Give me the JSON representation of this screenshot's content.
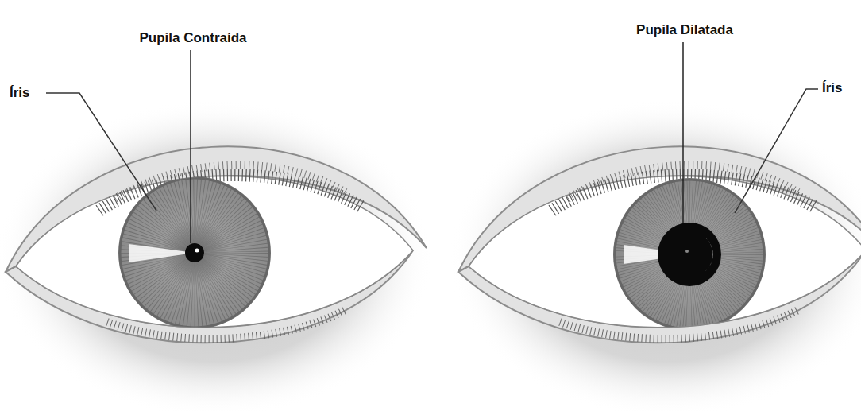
{
  "diagram": {
    "labels": [
      "Íris",
      "Pupila Contraída",
      "Pupila Dilatada",
      "Íris"
    ]
  }
}
